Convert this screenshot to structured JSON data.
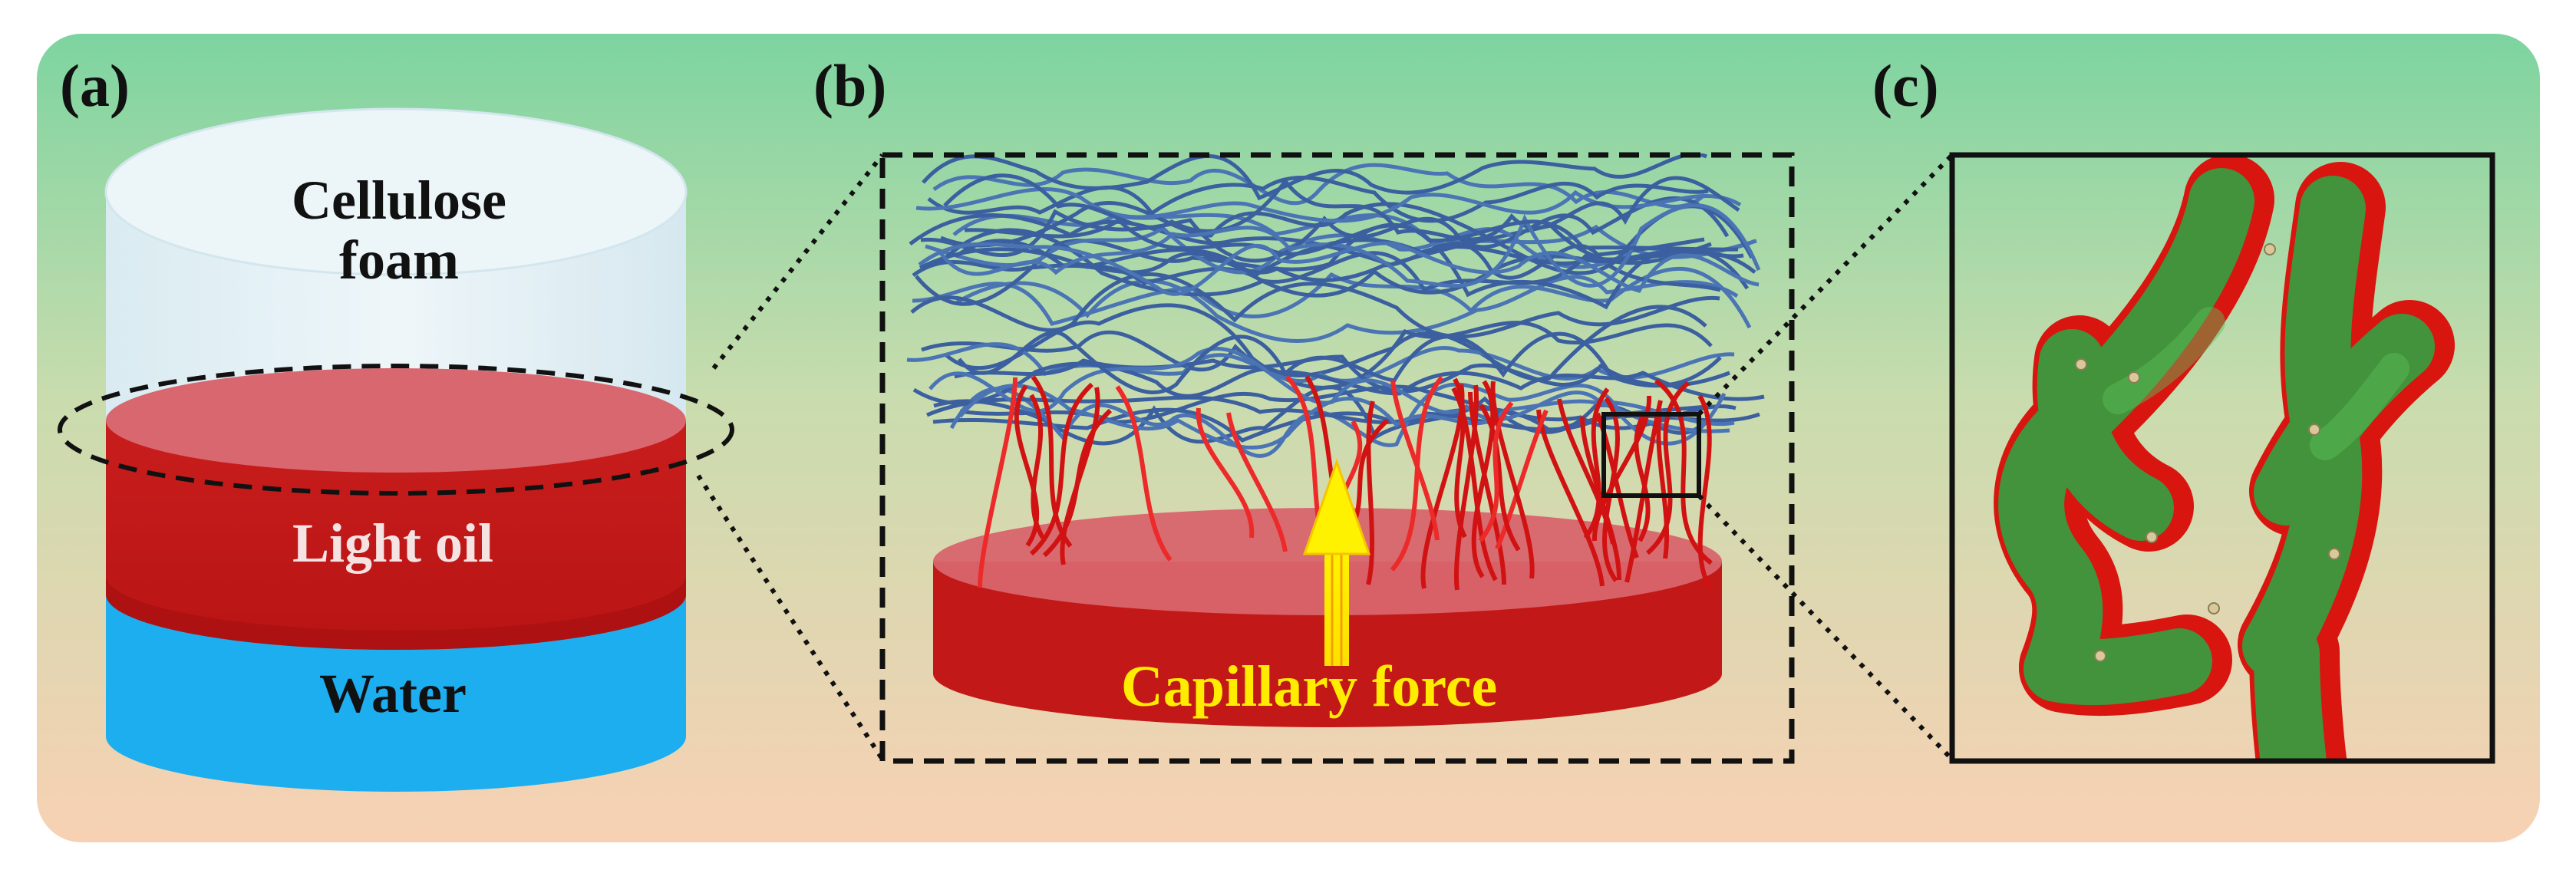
{
  "panels": {
    "a": {
      "tag": "(a)"
    },
    "b": {
      "tag": "(b)"
    },
    "c": {
      "tag": "(c)"
    }
  },
  "cylinder": {
    "top_label_line1": "Cellulose",
    "top_label_line2": "foam",
    "middle_label": "Light oil",
    "bottom_label": "Water"
  },
  "network": {
    "arrow_label": "Capillary force"
  },
  "colors": {
    "background_top": "#7fd3a1",
    "background_bottom": "#f7d2b5",
    "foam": "#e6f1f5",
    "oil": "#c41a1a",
    "oil_top": "#dd6a70",
    "water": "#1eaef0",
    "fiber_blue": "#3d64a8",
    "fiber_red": "#d31414",
    "fiber_green": "#2f9a3c",
    "arrow": "#ffef00",
    "text_dark": "#111111",
    "text_light": "#f4e4e4"
  }
}
